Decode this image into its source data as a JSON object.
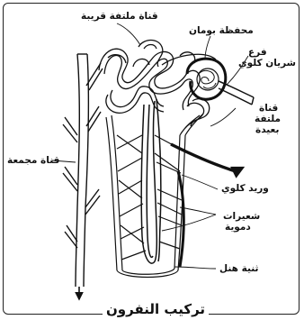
{
  "diagram": {
    "title": "تركيب النفرون",
    "labels": {
      "proximal_tubule": "قناة ملتفة قريبة",
      "bowmans_capsule": "محفظة بومان",
      "renal_artery_branch_line1": "فرع",
      "renal_artery_branch_line2": "شريان كلوي",
      "distal_tubule_line1": "قناة",
      "distal_tubule_line2": "ملتفة",
      "distal_tubule_line3": "بعيدة",
      "collecting_duct": "قناة مجمعة",
      "renal_vein": "وريد كلوي",
      "capillaries_line1": "شعيرات",
      "capillaries_line2": "دموية",
      "loop_of_henle": "ثنية هنل"
    }
  }
}
